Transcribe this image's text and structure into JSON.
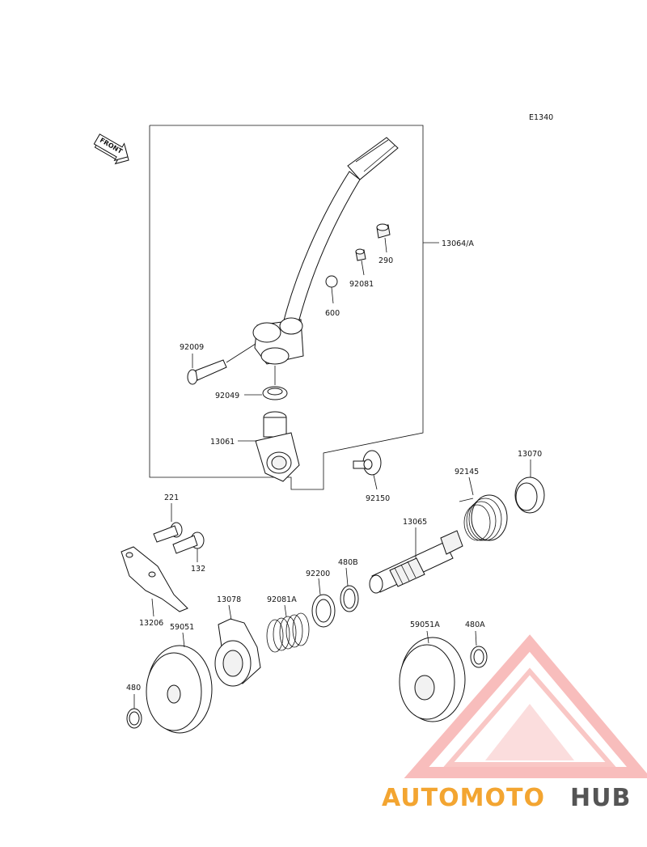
{
  "diagram": {
    "code": "E1340",
    "front_label": "FRONT",
    "parts": [
      {
        "id": "13064/A"
      },
      {
        "id": "290"
      },
      {
        "id": "92081"
      },
      {
        "id": "600"
      },
      {
        "id": "92009"
      },
      {
        "id": "92049"
      },
      {
        "id": "13061"
      },
      {
        "id": "92150"
      },
      {
        "id": "13070"
      },
      {
        "id": "92145"
      },
      {
        "id": "221"
      },
      {
        "id": "132"
      },
      {
        "id": "13206"
      },
      {
        "id": "13065"
      },
      {
        "id": "480B"
      },
      {
        "id": "92200"
      },
      {
        "id": "13078"
      },
      {
        "id": "92081A"
      },
      {
        "id": "59051"
      },
      {
        "id": "59051A"
      },
      {
        "id": "480A"
      },
      {
        "id": "480"
      }
    ]
  },
  "watermark": {
    "brand_part1": "AUTOMOTO",
    "brand_part2": "HUB",
    "color_primary": "#e8231f",
    "color_secondary": "#f3a531",
    "color_dark": "#555555"
  }
}
